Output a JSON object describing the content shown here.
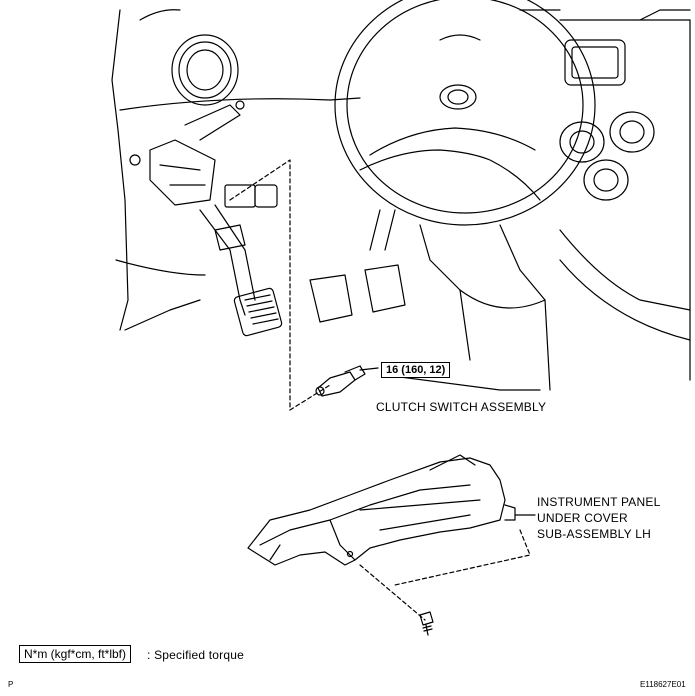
{
  "labels": {
    "clutch_switch": "CLUTCH SWITCH ASSEMBLY",
    "torque_value": "16 (160, 12)",
    "under_cover_line1": "INSTRUMENT PANEL",
    "under_cover_line2": "UNDER COVER",
    "under_cover_line3": "SUB-ASSEMBLY LH"
  },
  "legend": {
    "box_text": "N*m (kgf*cm, ft*lbf)",
    "description": ": Specified torque"
  },
  "footer": {
    "left_mark": "P",
    "figure_id": "E118627E01"
  }
}
